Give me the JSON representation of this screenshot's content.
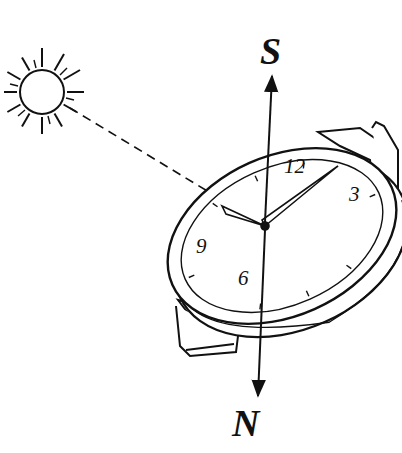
{
  "diagram": {
    "labels": [
      "S",
      "N",
      "12",
      "3",
      "9",
      "6"
    ]
  }
}
